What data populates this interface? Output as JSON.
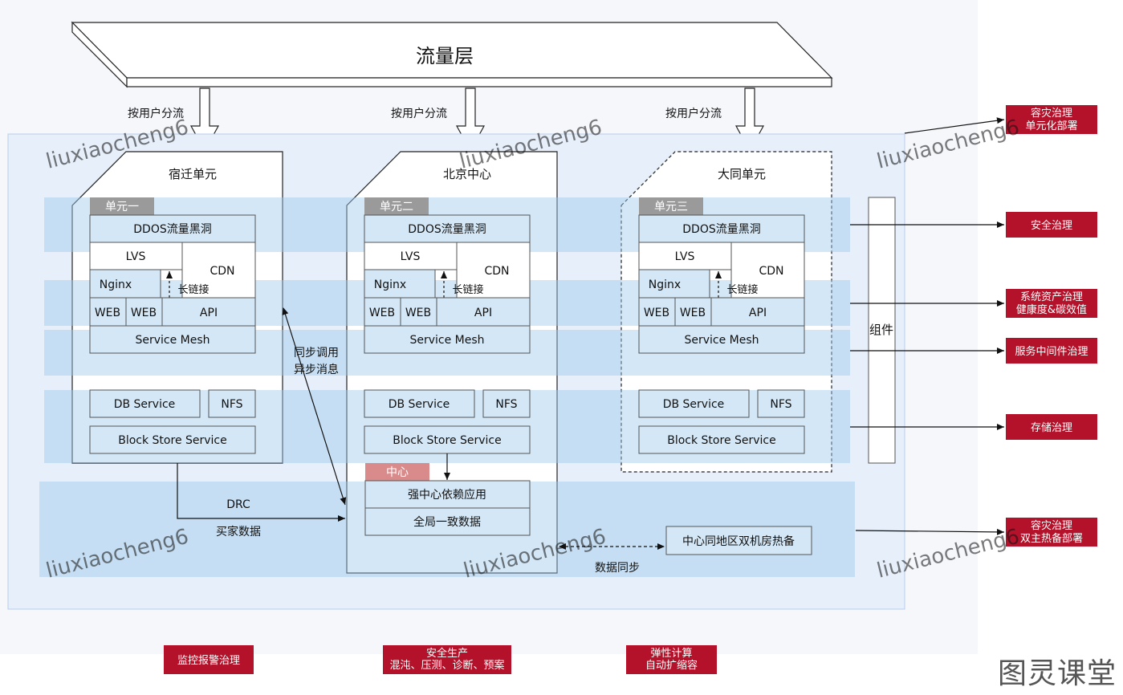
{
  "traffic_layer": {
    "title": "流量层",
    "split_label": "按用户分流"
  },
  "units": [
    {
      "name": "宿迁单元",
      "tag": "单元一",
      "ddos": "DDOS流量黑洞",
      "lvs": "LVS",
      "cdn": "CDN",
      "nginx": "Nginx",
      "long_conn": "长链接",
      "web1": "WEB",
      "web2": "WEB",
      "api": "API",
      "mesh": "Service Mesh",
      "db": "DB Service",
      "nfs": "NFS",
      "block": "Block Store Service"
    },
    {
      "name": "北京中心",
      "tag": "单元二",
      "ddos": "DDOS流量黑洞",
      "lvs": "LVS",
      "cdn": "CDN",
      "nginx": "Nginx",
      "long_conn": "长链接",
      "web1": "WEB",
      "web2": "WEB",
      "api": "API",
      "mesh": "Service Mesh",
      "db": "DB Service",
      "nfs": "NFS",
      "block": "Block Store Service"
    },
    {
      "name": "大同单元",
      "tag": "单元三",
      "ddos": "DDOS流量黑洞",
      "lvs": "LVS",
      "cdn": "CDN",
      "nginx": "Nginx",
      "long_conn": "长链接",
      "web1": "WEB",
      "web2": "WEB",
      "api": "API",
      "mesh": "Service Mesh",
      "db": "DB Service",
      "nfs": "NFS",
      "block": "Block Store Service"
    }
  ],
  "center": {
    "tag": "中心",
    "strong_app": "强中心依赖应用",
    "global_data": "全局一致数据"
  },
  "labels": {
    "sync_line1": "同步调用",
    "sync_line2": "异步消息",
    "drc": "DRC",
    "buyer_data": "买家数据",
    "hot_standby": "中心同地区双机房热备",
    "data_sync": "数据同步",
    "component": "组件"
  },
  "governance": {
    "disaster_unit": [
      "容灾治理",
      "单元化部署"
    ],
    "security": [
      "安全治理"
    ],
    "assets": [
      "系统资产治理",
      "健康度&碳效值"
    ],
    "middleware": [
      "服务中间件治理"
    ],
    "storage": [
      "存储治理"
    ],
    "disaster_dual": [
      "容灾治理",
      "双主热备部署"
    ]
  },
  "bottom": {
    "monitor": [
      "监控报警治理"
    ],
    "safety": [
      "安全生产",
      "混沌、压测、诊断、预案"
    ],
    "elastic": [
      "弹性计算",
      "自动扩缩容"
    ]
  },
  "watermark": "liuxiaocheng6",
  "brand": "图灵课堂",
  "colors": {
    "red": "#b3122a",
    "band": "#bfdcf3",
    "outer": "#e6effa",
    "tag_gray": "#9a9a9a",
    "tag_pink": "#d98a8a"
  }
}
